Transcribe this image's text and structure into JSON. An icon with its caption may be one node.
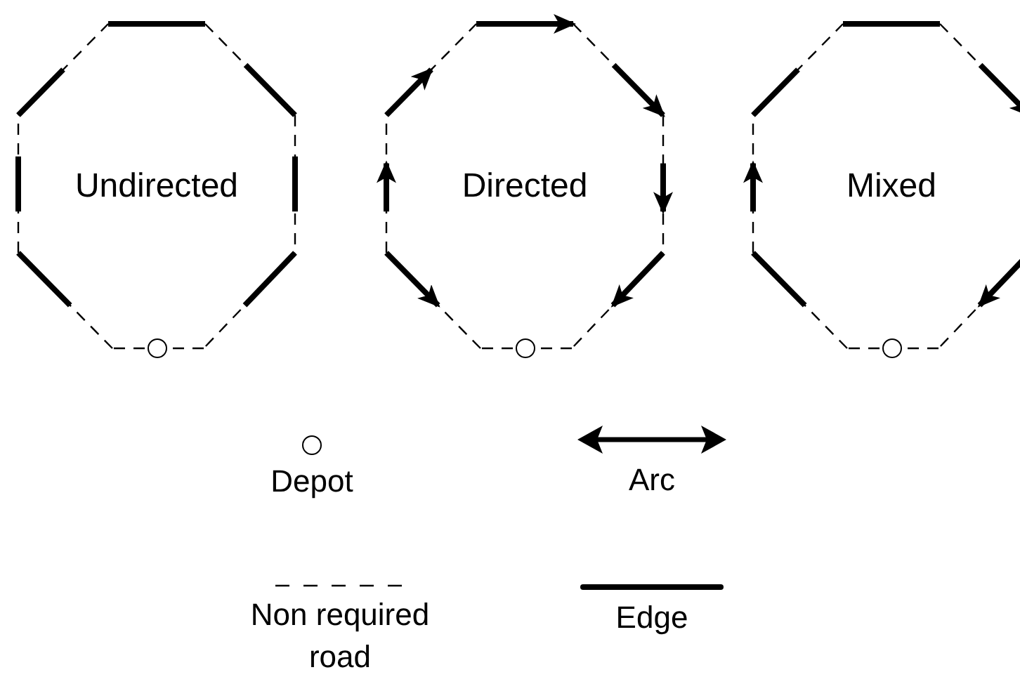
{
  "diagram": {
    "nodes": [
      {
        "text": [
          "Undirected"
        ]
      },
      {
        "text": [],
        "shape": "circle"
      },
      {
        "text": [
          "Directed"
        ]
      },
      {
        "text": [],
        "shape": "circle"
      },
      {
        "text": [
          "Mixed"
        ]
      },
      {
        "text": [],
        "shape": "circle"
      }
    ],
    "legend": [
      {
        "text": "Depot"
      },
      {
        "text": "Arc"
      },
      {
        "text": "Non required road"
      },
      {
        "text": "Edge"
      }
    ]
  }
}
